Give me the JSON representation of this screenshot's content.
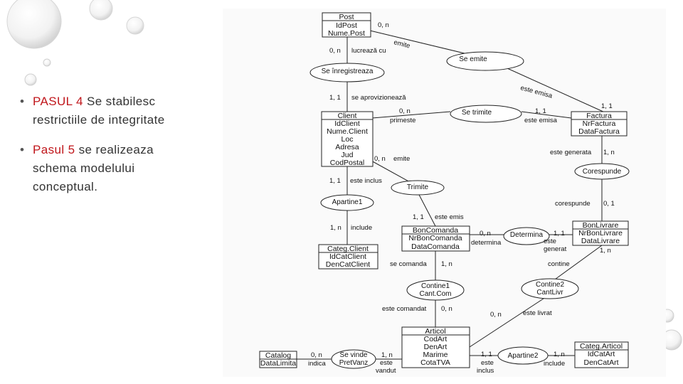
{
  "bullets": [
    {
      "step": "PASUL 4",
      "rest": " Se stabilesc",
      "cont": "restrictiile de integritate"
    },
    {
      "step": "Pasul 5",
      "rest": " se realizeaza",
      "cont": "schema modelului",
      "cont2": "conceptual."
    }
  ],
  "entities": {
    "post": [
      "Post",
      "IdPost",
      "Nume.Post"
    ],
    "client": [
      "Client",
      "IdClient",
      "Nume.Client",
      "Loc",
      "Adresa",
      "Jud",
      "CodPostal"
    ],
    "factura": [
      "Factura",
      "NrFactura",
      "DataFactura"
    ],
    "categclient": [
      "Categ.Client",
      "IdCatClient",
      "DenCatClient"
    ],
    "boncomanda": [
      "BonComanda",
      "NrBonComanda",
      "DataComanda"
    ],
    "bonlivrare": [
      "BonLivrare",
      "NrBonLivrare",
      "DataLivrare"
    ],
    "articol": [
      "Articol",
      "CodArt",
      "DenArt",
      "Marime",
      "CotaTVA"
    ],
    "catalog": [
      "Catalog",
      "DataLimita"
    ],
    "categarticol": [
      "Categ.Articol",
      "IdCatArt",
      "DenCatArt"
    ]
  },
  "relationships": {
    "se_emite": "Se emite",
    "se_inregistreaza": "Se înregistreaza",
    "se_trimite": "Se trimite",
    "corespunde": "Corespunde",
    "trimite": "Trimite",
    "apartine1": "Apartine1",
    "determina": "Determina",
    "contine1": [
      "Contine1",
      "Cant.Com"
    ],
    "contine2": [
      "Contine2",
      "CantLivr"
    ],
    "se_vinde": [
      "Se vinde",
      "PretVanz"
    ],
    "apartine2": "Apartine2"
  },
  "labels": {
    "post_0n_a": "0, n",
    "emite": "emite",
    "post_0n_b": "0, n",
    "lucreaza_cu": "lucrează cu",
    "client_11": "1, 1",
    "se_aprovizioneaza": "se aprovizionează",
    "client_0n": "0, n",
    "primeste": "primeste",
    "este_emisa_1": "este emisa",
    "factura_11a": "1, 1",
    "factura_11b": "1, 1",
    "este_emisa_2": "este emisa",
    "client_0n_b": "0, n",
    "emite_b": "emite",
    "client_11b": "1, 1",
    "este_inclus": "este inclus",
    "este_generata": "este generata",
    "factura_1n": "1, n",
    "corespunde_lbl": "corespunde",
    "bonliv_01": "0, 1",
    "apart_1n": "1, n",
    "include_a": "include",
    "bc_11": "1, 1",
    "este_emis": "este emis",
    "bc_0n": "0, n",
    "determina_lbl": "determina",
    "bl_11": "1, 1",
    "este_generat_1": "este",
    "este_generat_2": "generat",
    "bl_1n": "1, n",
    "se_comanda": "se comanda",
    "bc_1n": "1, n",
    "contine": "contine",
    "este_comandat": "este comandat",
    "art_0n": "0, n",
    "art_0n_b": "0, n",
    "este_livrat": "este livrat",
    "cat_0n": "0, n",
    "indica": "indica",
    "sv_1n": "1, n",
    "este_v1": "este",
    "este_v2": "vandut",
    "ap2_11": "1, 1",
    "ap2_1n": "1, n",
    "este_i1": "este",
    "este_i2": "inclus",
    "include_b": "include"
  }
}
